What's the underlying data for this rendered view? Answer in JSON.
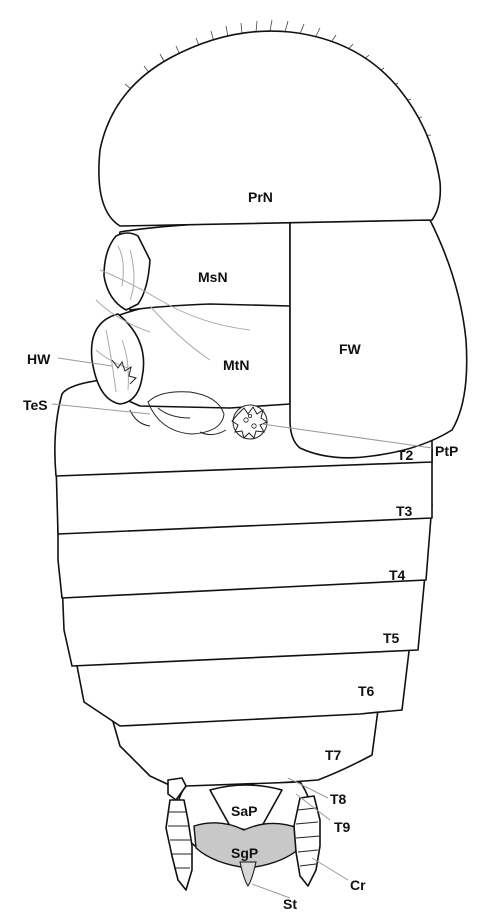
{
  "labels": {
    "prn": "PrN",
    "msn": "MsN",
    "mtn": "MtN",
    "fw": "FW",
    "hw": "HW",
    "tes": "TeS",
    "ptp": "PtP",
    "t2": "T2",
    "t3": "T3",
    "t4": "T4",
    "t5": "T5",
    "t6": "T6",
    "t7": "T7",
    "t8": "T8",
    "t9": "T9",
    "sap": "SaP",
    "sgp": "SgP",
    "cr": "Cr",
    "st": "St"
  },
  "colors": {
    "outline": "#111111",
    "leader": "#9a9a9a",
    "subgenital_fill": "#c8c8c8"
  }
}
